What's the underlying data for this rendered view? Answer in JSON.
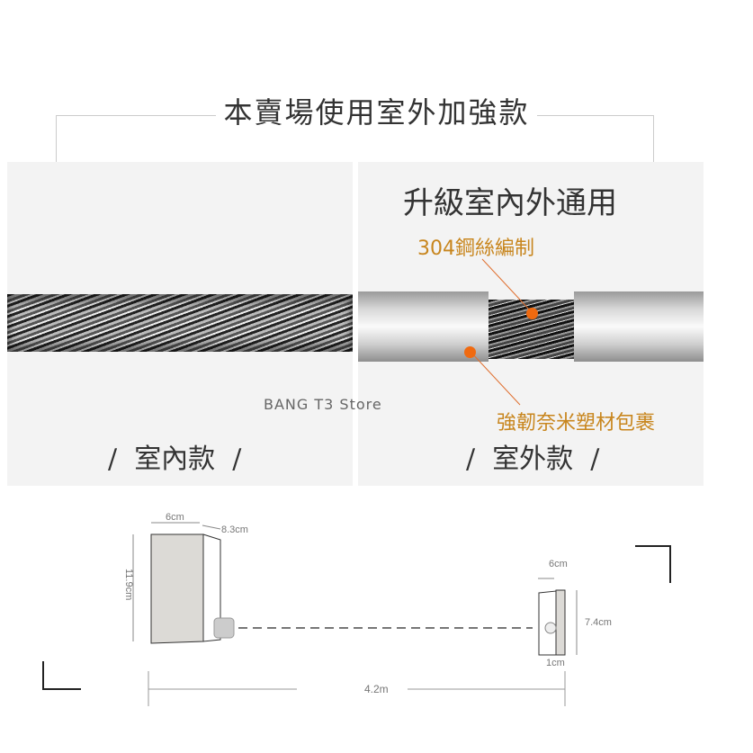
{
  "header": {
    "title": "本賣場使用室外加強款"
  },
  "left_panel": {
    "label": "室內款",
    "slash": "/"
  },
  "right_panel": {
    "heading": "升級室內外通用",
    "callout_core": "304鋼絲編制",
    "callout_sheath": "強韌奈米塑材包裹",
    "label": "室外款",
    "slash": "/"
  },
  "watermark": "BANG T3 Store",
  "diagram": {
    "base_width": "6cm",
    "base_depth": "8.3cm",
    "base_height": "11.9cm",
    "hook_width": "6cm",
    "hook_height": "7.4cm",
    "hook_depth": "1cm",
    "length": "4.2m"
  },
  "colors": {
    "accent": "#c8861e",
    "dot": "#f06a10"
  }
}
